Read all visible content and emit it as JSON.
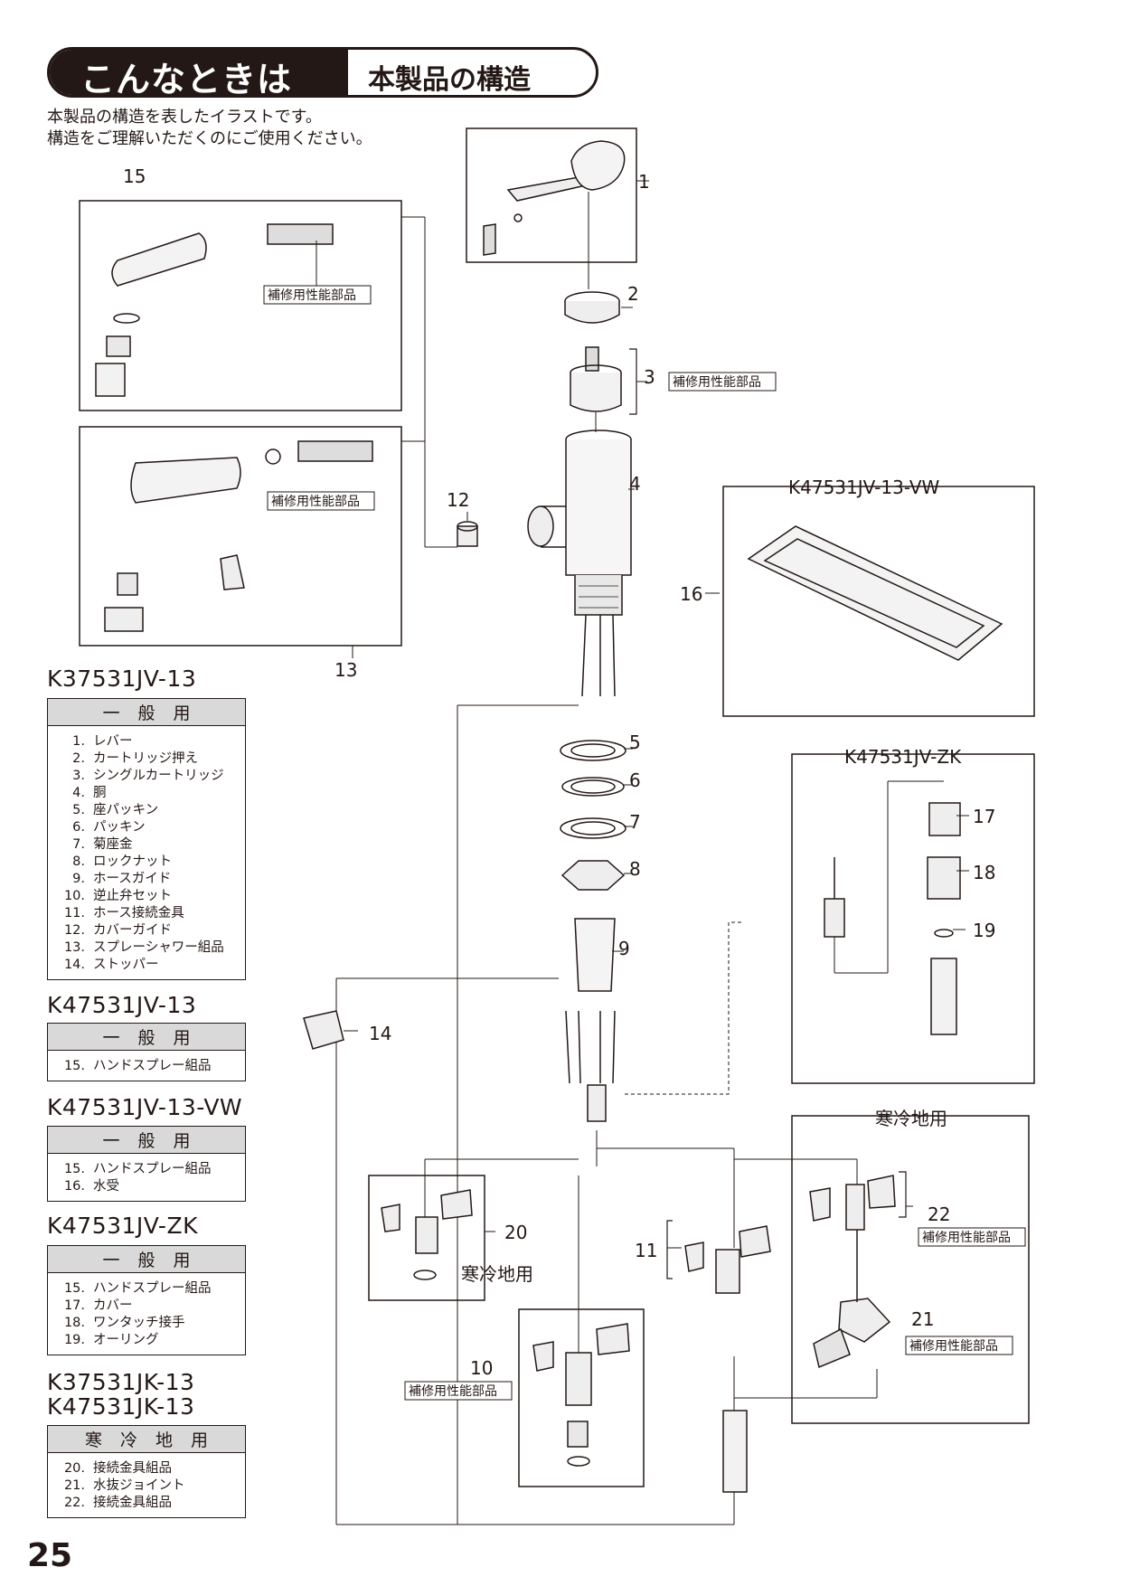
{
  "header": {
    "title_main": "こんなときは",
    "title_sub": "本製品の構造"
  },
  "intro": [
    "本製品の構造を表したイラストです。",
    "構造をご理解いただくのにご使用ください。"
  ],
  "page_number": "25",
  "tables": [
    {
      "model_lines": [
        "K37531JV-13"
      ],
      "header": "一般用",
      "items": [
        {
          "no": "1.",
          "name": "レバー"
        },
        {
          "no": "2.",
          "name": "カートリッジ押え"
        },
        {
          "no": "3.",
          "name": "シングルカートリッジ"
        },
        {
          "no": "4.",
          "name": "胴"
        },
        {
          "no": "5.",
          "name": "座パッキン"
        },
        {
          "no": "6.",
          "name": "パッキン"
        },
        {
          "no": "7.",
          "name": "菊座金"
        },
        {
          "no": "8.",
          "name": "ロックナット"
        },
        {
          "no": "9.",
          "name": "ホースガイド"
        },
        {
          "no": "10.",
          "name": "逆止弁セット"
        },
        {
          "no": "11.",
          "name": "ホース接続金具"
        },
        {
          "no": "12.",
          "name": "カバーガイド"
        },
        {
          "no": "13.",
          "name": "スプレーシャワー組品"
        },
        {
          "no": "14.",
          "name": "ストッパー"
        }
      ]
    },
    {
      "model_lines": [
        "K47531JV-13"
      ],
      "header": "一般用",
      "items": [
        {
          "no": "15.",
          "name": "ハンドスプレー組品"
        }
      ]
    },
    {
      "model_lines": [
        "K47531JV-13-VW"
      ],
      "header": "一般用",
      "items": [
        {
          "no": "15.",
          "name": "ハンドスプレー組品"
        },
        {
          "no": "16.",
          "name": "水受"
        }
      ]
    },
    {
      "model_lines": [
        "K47531JV-ZK"
      ],
      "header": "一般用",
      "items": [
        {
          "no": "15.",
          "name": "ハンドスプレー組品"
        },
        {
          "no": "17.",
          "name": "カバー"
        },
        {
          "no": "18.",
          "name": "ワンタッチ接手"
        },
        {
          "no": "19.",
          "name": "オーリング"
        }
      ]
    },
    {
      "model_lines": [
        "K37531JK-13",
        "K47531JK-13"
      ],
      "header": "寒冷地用",
      "items": [
        {
          "no": "20.",
          "name": "接続金具組品"
        },
        {
          "no": "21.",
          "name": "水抜ジョイント"
        },
        {
          "no": "22.",
          "name": "接続金具組品"
        }
      ]
    }
  ],
  "diagram": {
    "part_numbers": [
      "1",
      "2",
      "3",
      "4",
      "5",
      "6",
      "7",
      "8",
      "9",
      "10",
      "11",
      "12",
      "13",
      "14",
      "15",
      "16",
      "17",
      "18",
      "19",
      "20",
      "21",
      "22"
    ],
    "repair_tag": "補修用性能部品",
    "box_titles": {
      "vw": "K47531JV-13-VW",
      "zk": "K47531JV-ZK",
      "cold": "寒冷地用",
      "cold20": "寒冷地用"
    }
  }
}
